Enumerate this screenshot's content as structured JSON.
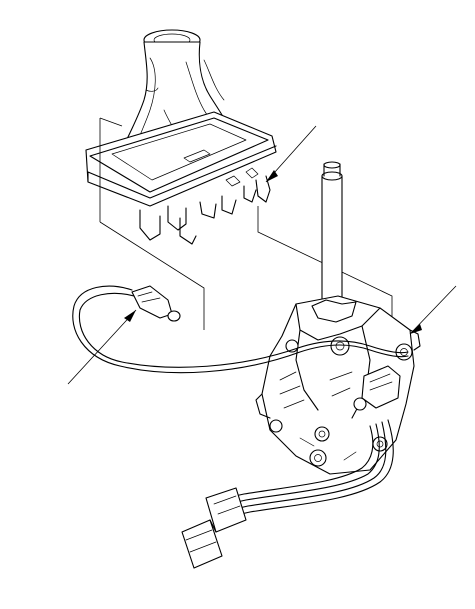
{
  "diagram": {
    "colors": {
      "line": "#000000",
      "background": "#ffffff"
    },
    "parts": [
      "shift-boot",
      "console-trim-bezel",
      "shift-lever-assembly",
      "shift-lock-solenoid-harness",
      "indicator-bulb-socket"
    ],
    "callouts": 3
  }
}
